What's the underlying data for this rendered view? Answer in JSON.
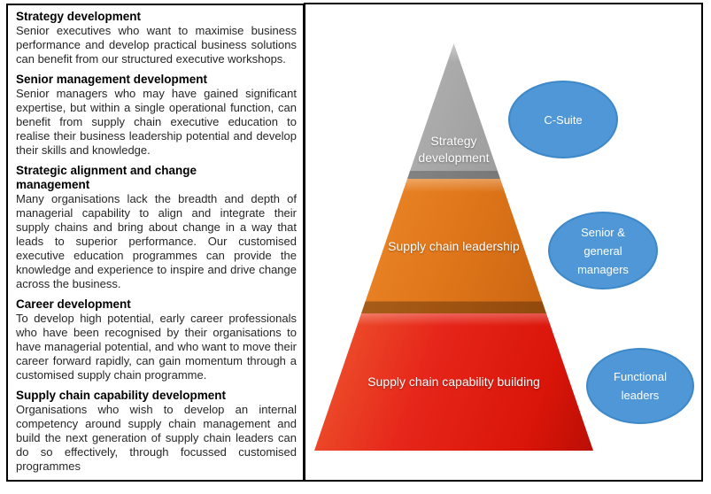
{
  "left_panel": {
    "sections": [
      {
        "heading": "Strategy development",
        "body": "Senior executives who want to maximise business performance and develop practical business solutions can benefit from our structured executive workshops."
      },
      {
        "heading": "Senior management development",
        "body": "Senior managers who may have gained significant expertise, but within a single operational function, can benefit from supply chain executive education to realise their business leadership potential and develop their skills and knowledge."
      },
      {
        "heading": "Strategic alignment and change\nmanagement",
        "body": "Many organisations lack the breadth and depth of managerial capability to align and integrate their supply chains and bring about change in a way that leads to superior performance.  Our customised executive education programmes can provide the knowledge and experience to inspire and drive change across the business."
      },
      {
        "heading": "Career development",
        "body": "To develop high potential, early career professionals who have been recognised by their organisations to have managerial potential, and who want to move their career forward rapidly, can gain momentum through a customised supply chain programme."
      },
      {
        "heading": "Supply chain capability development",
        "body": "Organisations who wish to develop an internal competency around supply chain management and build the next generation of supply chain leaders can do so effectively, through focussed customised programmes"
      }
    ]
  },
  "diagram": {
    "pyramid": {
      "levels": [
        {
          "label": "Strategy\ndevelopment",
          "color": "#a5a5a5"
        },
        {
          "label": "Supply chain leadership",
          "color": "#e0761a"
        },
        {
          "label": "Supply chain capability building",
          "color": "#e01f10"
        }
      ]
    },
    "ellipses": [
      {
        "label": "C-Suite"
      },
      {
        "label": "Senior &\ngeneral\nmanagers"
      },
      {
        "label": "Functional\nleaders"
      }
    ],
    "colors": {
      "ellipse_fill": "#4f97d6",
      "ellipse_border": "#3d88c9",
      "label_text": "#ffffff",
      "panel_border": "#000000"
    }
  }
}
